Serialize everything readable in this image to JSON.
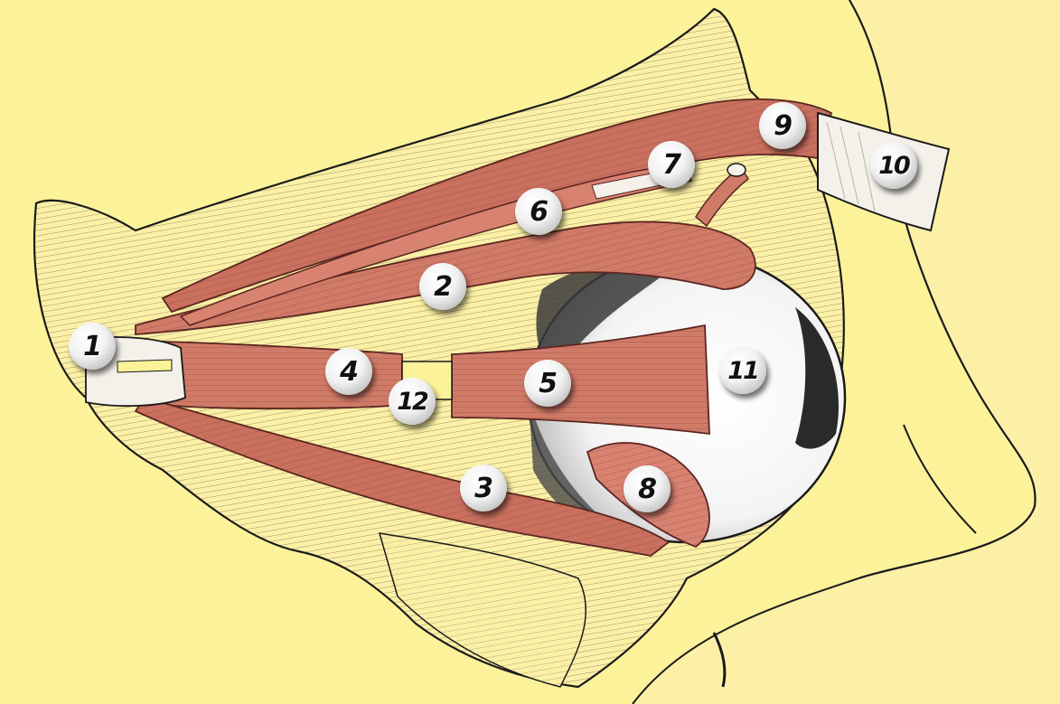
{
  "background_color": "#fbf29a",
  "bone_color": "#fbf0a6",
  "muscle_color": "#d07a68",
  "tendon_color": "#f4f1ea",
  "markers": [
    {
      "id": "1",
      "label": "1"
    },
    {
      "id": "2",
      "label": "2"
    },
    {
      "id": "3",
      "label": "3"
    },
    {
      "id": "4",
      "label": "4"
    },
    {
      "id": "5",
      "label": "5"
    },
    {
      "id": "6",
      "label": "6"
    },
    {
      "id": "7",
      "label": "7"
    },
    {
      "id": "8",
      "label": "8"
    },
    {
      "id": "9",
      "label": "9"
    },
    {
      "id": "10",
      "label": "10"
    },
    {
      "id": "11",
      "label": "11"
    },
    {
      "id": "12",
      "label": "12"
    }
  ]
}
